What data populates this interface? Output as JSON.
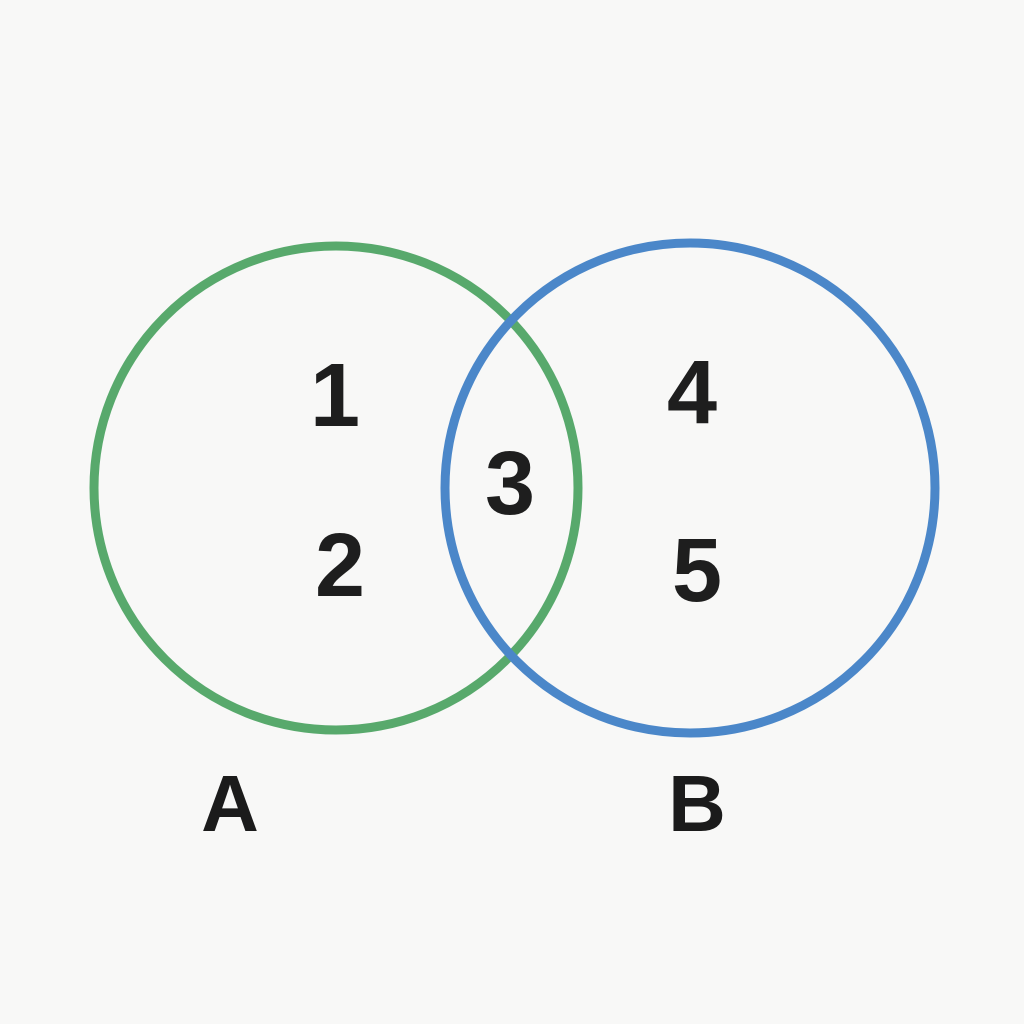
{
  "diagram": {
    "kind": "venn-diagram",
    "background_color": "#f8f8f7",
    "text_color": "#1e1e1e",
    "sets": [
      {
        "label": "A",
        "circle_color": "#58a96c",
        "items": [
          "1",
          "2"
        ]
      },
      {
        "label": "B",
        "circle_color": "#4b87c9",
        "items": [
          "4",
          "5"
        ]
      }
    ],
    "intersection": {
      "items": [
        "3"
      ]
    }
  }
}
